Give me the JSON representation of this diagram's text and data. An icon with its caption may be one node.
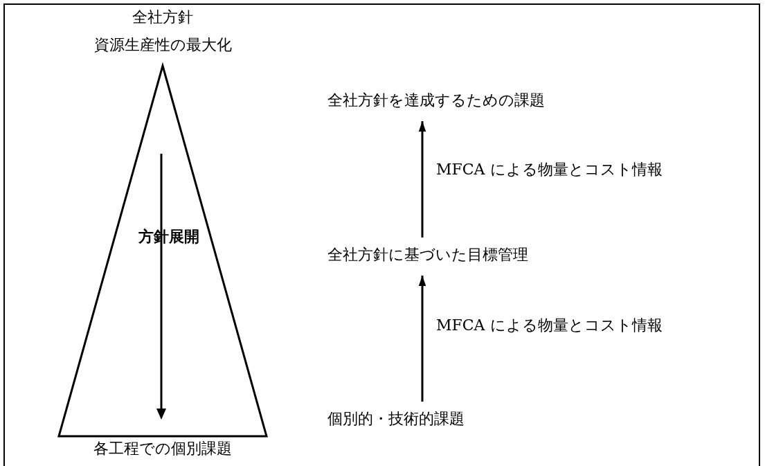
{
  "diagram": {
    "nodes": [
      {
        "text": [
          "全社方針",
          "資源生産性の最大化",
          "方針展開"
        ],
        "beside": [
          "各工程での個別課題"
        ]
      },
      {
        "text": [
          "全社方針を達成するための課題"
        ]
      },
      {
        "text": [
          "全社方針に基づいた目標管理"
        ]
      },
      {
        "text": [
          "個別的・技術的課題"
        ]
      }
    ],
    "edges": [
      {
        "from": 3,
        "to": 2,
        "arrow": "to",
        "label": "MFCA による物量とコスト情報"
      },
      {
        "from": 2,
        "to": 1,
        "arrow": "to",
        "label": "MFCA による物量とコスト情報"
      }
    ]
  }
}
